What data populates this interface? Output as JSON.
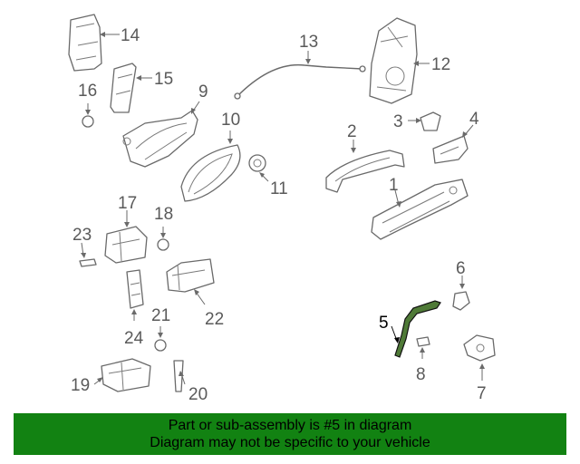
{
  "diagram": {
    "callouts": [
      "1",
      "2",
      "3",
      "4",
      "5",
      "6",
      "7",
      "8",
      "9",
      "10",
      "11",
      "12",
      "13",
      "14",
      "15",
      "16",
      "17",
      "18",
      "19",
      "20",
      "21",
      "22",
      "23",
      "24"
    ],
    "highlighted_callout": "5",
    "highlight_color": "#4f7a37"
  },
  "banner": {
    "line1": "Part or sub-assembly is #5 in diagram",
    "line2": "Diagram may not be specific to your vehicle",
    "background": "#128212"
  }
}
